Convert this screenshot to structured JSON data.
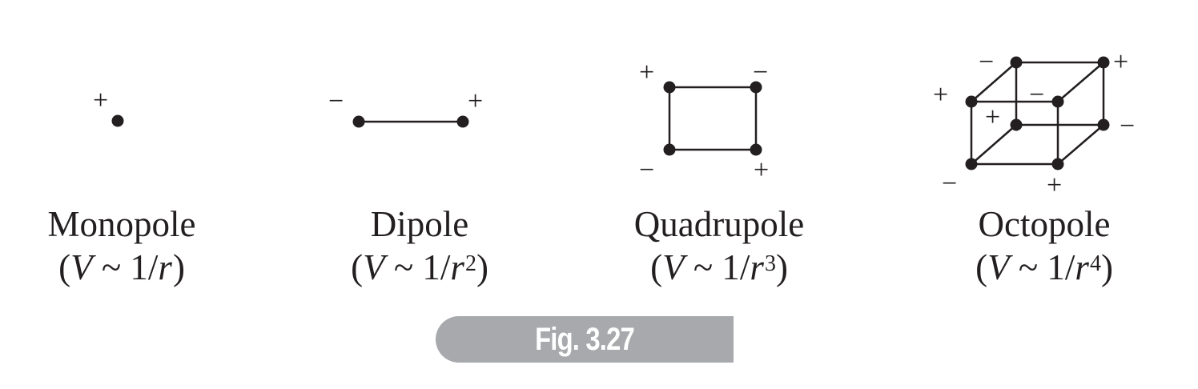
{
  "monopole": {
    "title": "Monopole",
    "law_prefix": "(",
    "law_V": "V",
    "law_mid": " ~ 1/",
    "law_r": "r",
    "law_exp": "",
    "law_suffix": ")",
    "charges": [
      "+"
    ]
  },
  "dipole": {
    "title": "Dipole",
    "law_prefix": "(",
    "law_V": "V",
    "law_mid": " ~ 1/",
    "law_r": "r",
    "law_exp": "2",
    "law_suffix": ")",
    "charges": [
      "−",
      "+"
    ]
  },
  "quadrupole": {
    "title": "Quadrupole",
    "law_prefix": "(",
    "law_V": "V",
    "law_mid": " ~ 1/",
    "law_r": "r",
    "law_exp": "3",
    "law_suffix": ")",
    "charges": [
      "+",
      "−",
      "−",
      "+"
    ]
  },
  "octopole": {
    "title": "Octopole",
    "law_prefix": "(",
    "law_V": "V",
    "law_mid": " ~ 1/",
    "law_r": "r",
    "law_exp": "4",
    "law_suffix": ")",
    "charges": [
      "−",
      "+",
      "+",
      "−",
      "+",
      "−",
      "−",
      "+"
    ]
  },
  "figure_label": "Fig. 3.27",
  "colors": {
    "ink": "#231f20",
    "tab": "#a7a9ac",
    "tab_text": "#ffffff"
  }
}
